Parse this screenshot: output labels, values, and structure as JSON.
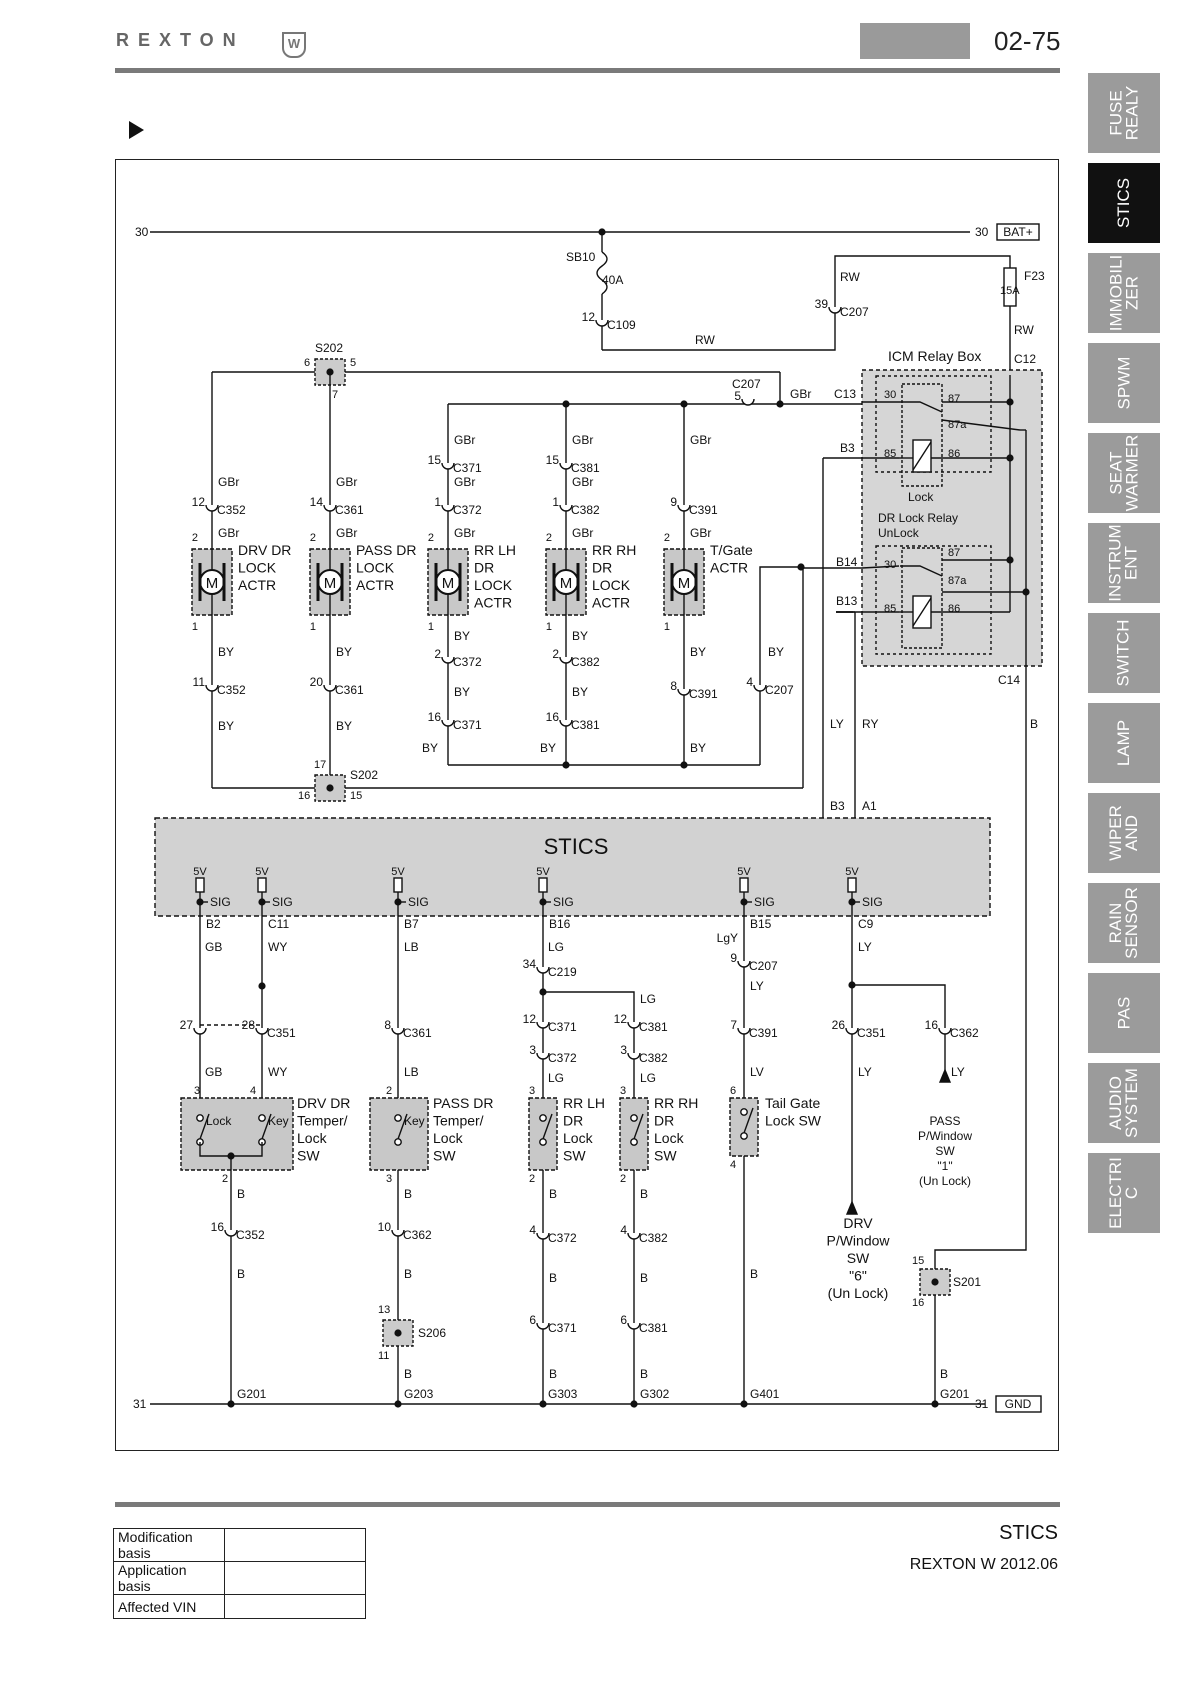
{
  "header": {
    "brand": "REXTON",
    "page_number": "02-75"
  },
  "tabs": [
    {
      "label": "FUSE\nREALY",
      "active": false
    },
    {
      "label": "STICS",
      "active": true
    },
    {
      "label": "IMMOBILI\nZER",
      "active": false
    },
    {
      "label": "SPWM",
      "active": false
    },
    {
      "label": "SEAT\nWARMER",
      "active": false
    },
    {
      "label": "INSTRUM\nENT",
      "active": false
    },
    {
      "label": "SWITCH",
      "active": false
    },
    {
      "label": "LAMP",
      "active": false
    },
    {
      "label": "WIPER\nAND",
      "active": false
    },
    {
      "label": "RAIN\nSENSOR",
      "active": false
    },
    {
      "label": "PAS",
      "active": false
    },
    {
      "label": "AUDIO\nSYSTEM",
      "active": false
    },
    {
      "label": "ELECTRI\nC",
      "active": false
    }
  ],
  "diagram": {
    "top_rail": {
      "left": "30",
      "right": "30",
      "tag": "BAT+"
    },
    "bottom_rail": {
      "left": "31",
      "right": "31",
      "tag": "GND"
    },
    "main_module": "STICS",
    "fuse_sb10": {
      "name": "SB10",
      "rating": "40A",
      "pin": "12",
      "conn": "C109",
      "wire": "RW"
    },
    "fuse_f23": {
      "name": "F23",
      "rating": "15A",
      "wire": "RW"
    },
    "c207_top": {
      "pin": "39",
      "conn": "C207",
      "wire": "RW"
    },
    "s202_top": {
      "name": "S202",
      "pins": [
        "6",
        "5",
        "7"
      ]
    },
    "s202_bottom": {
      "name": "S202",
      "pins": [
        "17",
        "16",
        "15"
      ]
    },
    "icm": {
      "title": "ICM Relay Box",
      "c12": "C12",
      "c13": "C13",
      "c14": "C14",
      "b3": "B3",
      "b14": "B14",
      "b13": "B13",
      "relay1": {
        "name": "Lock",
        "pins": [
          "30",
          "87",
          "87a",
          "85",
          "86"
        ]
      },
      "relay2": {
        "name": "DR Lock Relay\nUnLock",
        "pins": [
          "30",
          "87",
          "87a",
          "85",
          "86"
        ]
      },
      "c207_mid": {
        "pin": "5",
        "conn": "C207",
        "wire": "GBr"
      },
      "wire_b": "B"
    },
    "actuators": [
      {
        "label": "DRV DR\nLOCK\nACTR",
        "w_top": "GBr",
        "c_top": "C352",
        "p_top": "12",
        "w_top2": "GBr",
        "pin_a": "2",
        "pin_b": "1",
        "w_b": "BY",
        "c_b": "C352",
        "p_b": "11",
        "w_b2": "BY"
      },
      {
        "label": "PASS DR\nLOCK\nACTR",
        "w_top": "GBr",
        "c_top": "C361",
        "p_top": "14",
        "w_top2": "GBr",
        "pin_a": "2",
        "pin_b": "1",
        "w_b": "BY",
        "c_b": "C361",
        "p_b": "20",
        "w_b2": "BY"
      },
      {
        "label": "RR LH\nDR\nLOCK\nACTR",
        "w_top": "GBr",
        "c_top": "C371",
        "p_top": "15",
        "w_top2": "GBr",
        "c_top2": "C372",
        "p_top2": "1",
        "w_top3": "GBr",
        "pin_a": "2",
        "pin_b": "1",
        "w_b": "BY",
        "c_b": "C372",
        "p_b": "2",
        "w_b2": "BY",
        "c_b2": "C371",
        "p_b2": "16",
        "w_b3": "BY"
      },
      {
        "label": "RR RH\nDR\nLOCK\nACTR",
        "w_top": "GBr",
        "c_top": "C381",
        "p_top": "15",
        "w_top2": "GBr",
        "c_top2": "C382",
        "p_top2": "1",
        "w_top3": "GBr",
        "pin_a": "2",
        "pin_b": "1",
        "w_b": "BY",
        "c_b": "C382",
        "p_b": "2",
        "w_b2": "BY",
        "c_b2": "C381",
        "p_b2": "16",
        "w_b3": "BY"
      },
      {
        "label": "T/Gate\nACTR",
        "w_top": "GBr",
        "c_top": "C391",
        "p_top": "9",
        "w_top2": "GBr",
        "pin_a": "2",
        "pin_b": "1",
        "w_b": "BY",
        "c_b": "C391",
        "p_b": "8",
        "w_b2": "BY"
      }
    ],
    "c207_by": {
      "pin": "4",
      "conn": "C207",
      "wire": "BY"
    },
    "ly_ry": {
      "ly": "LY",
      "ry": "RY",
      "b3": "B3",
      "a1": "A1"
    },
    "stics_pins": [
      {
        "v": "5V",
        "sig": "SIG",
        "pin": "B2"
      },
      {
        "v": "5V",
        "sig": "SIG",
        "pin": "C11"
      },
      {
        "v": "5V",
        "sig": "SIG",
        "pin": "B7"
      },
      {
        "v": "5V",
        "sig": "SIG",
        "pin": "B16"
      },
      {
        "v": "5V",
        "sig": "SIG",
        "pin": "B15"
      },
      {
        "v": "5V",
        "sig": "SIG",
        "pin": "C9"
      }
    ],
    "switches": [
      {
        "label": "DRV DR\nTemper/\nLock\nSW",
        "inner": [
          "Lock",
          "Key"
        ]
      },
      {
        "label": "PASS DR\nTemper/\nLock\nSW",
        "inner": [
          "Key"
        ]
      },
      {
        "label": "RR LH\nDR\nLock\nSW"
      },
      {
        "label": "RR RH\nDR\nLock\nSW"
      },
      {
        "label": "Tail Gate\nLock SW"
      }
    ],
    "lower_wiring": {
      "gb": "GB",
      "wy": "WY",
      "c351": "C351",
      "p27": "27",
      "p28": "28",
      "p3": "3",
      "p4": "4",
      "p2": "2",
      "lb": "LB",
      "c361": "C361",
      "p8": "8",
      "lg": "LG",
      "c219": "C219",
      "p34": "34",
      "c371": "C371",
      "c381": "C381",
      "c372": "C372",
      "c382": "C382",
      "p12": "12",
      "p3b": "3",
      "lgy": "LgY",
      "ly": "LY",
      "c207": "C207",
      "p9": "9",
      "c391": "C391",
      "p7": "7",
      "lv": "LV",
      "p6": "6",
      "c351b": "C351",
      "p26": "26",
      "c362": "C362",
      "p16": "16",
      "b": "B",
      "c352": "C352",
      "c362b": "C362",
      "p10": "10",
      "s206": "S206",
      "p13": "13",
      "p11": "11",
      "p4b": "4",
      "p6b": "6",
      "s201": "S201",
      "p15": "15",
      "grounds": [
        "G201",
        "G203",
        "G303",
        "G302",
        "G401",
        "G201"
      ]
    },
    "pass_pw": "PASS\nP/Window\nSW\n\"1\"\n(Un Lock)",
    "drv_pw": "DRV\nP/Window\nSW\n\"6\"\n(Un Lock)"
  },
  "footer": {
    "table": [
      {
        "key": "Modification basis",
        "value": ""
      },
      {
        "key": "Application basis",
        "value": ""
      },
      {
        "key": "Affected VIN",
        "value": ""
      }
    ],
    "title": "STICS",
    "model": "REXTON W 2012.06"
  }
}
